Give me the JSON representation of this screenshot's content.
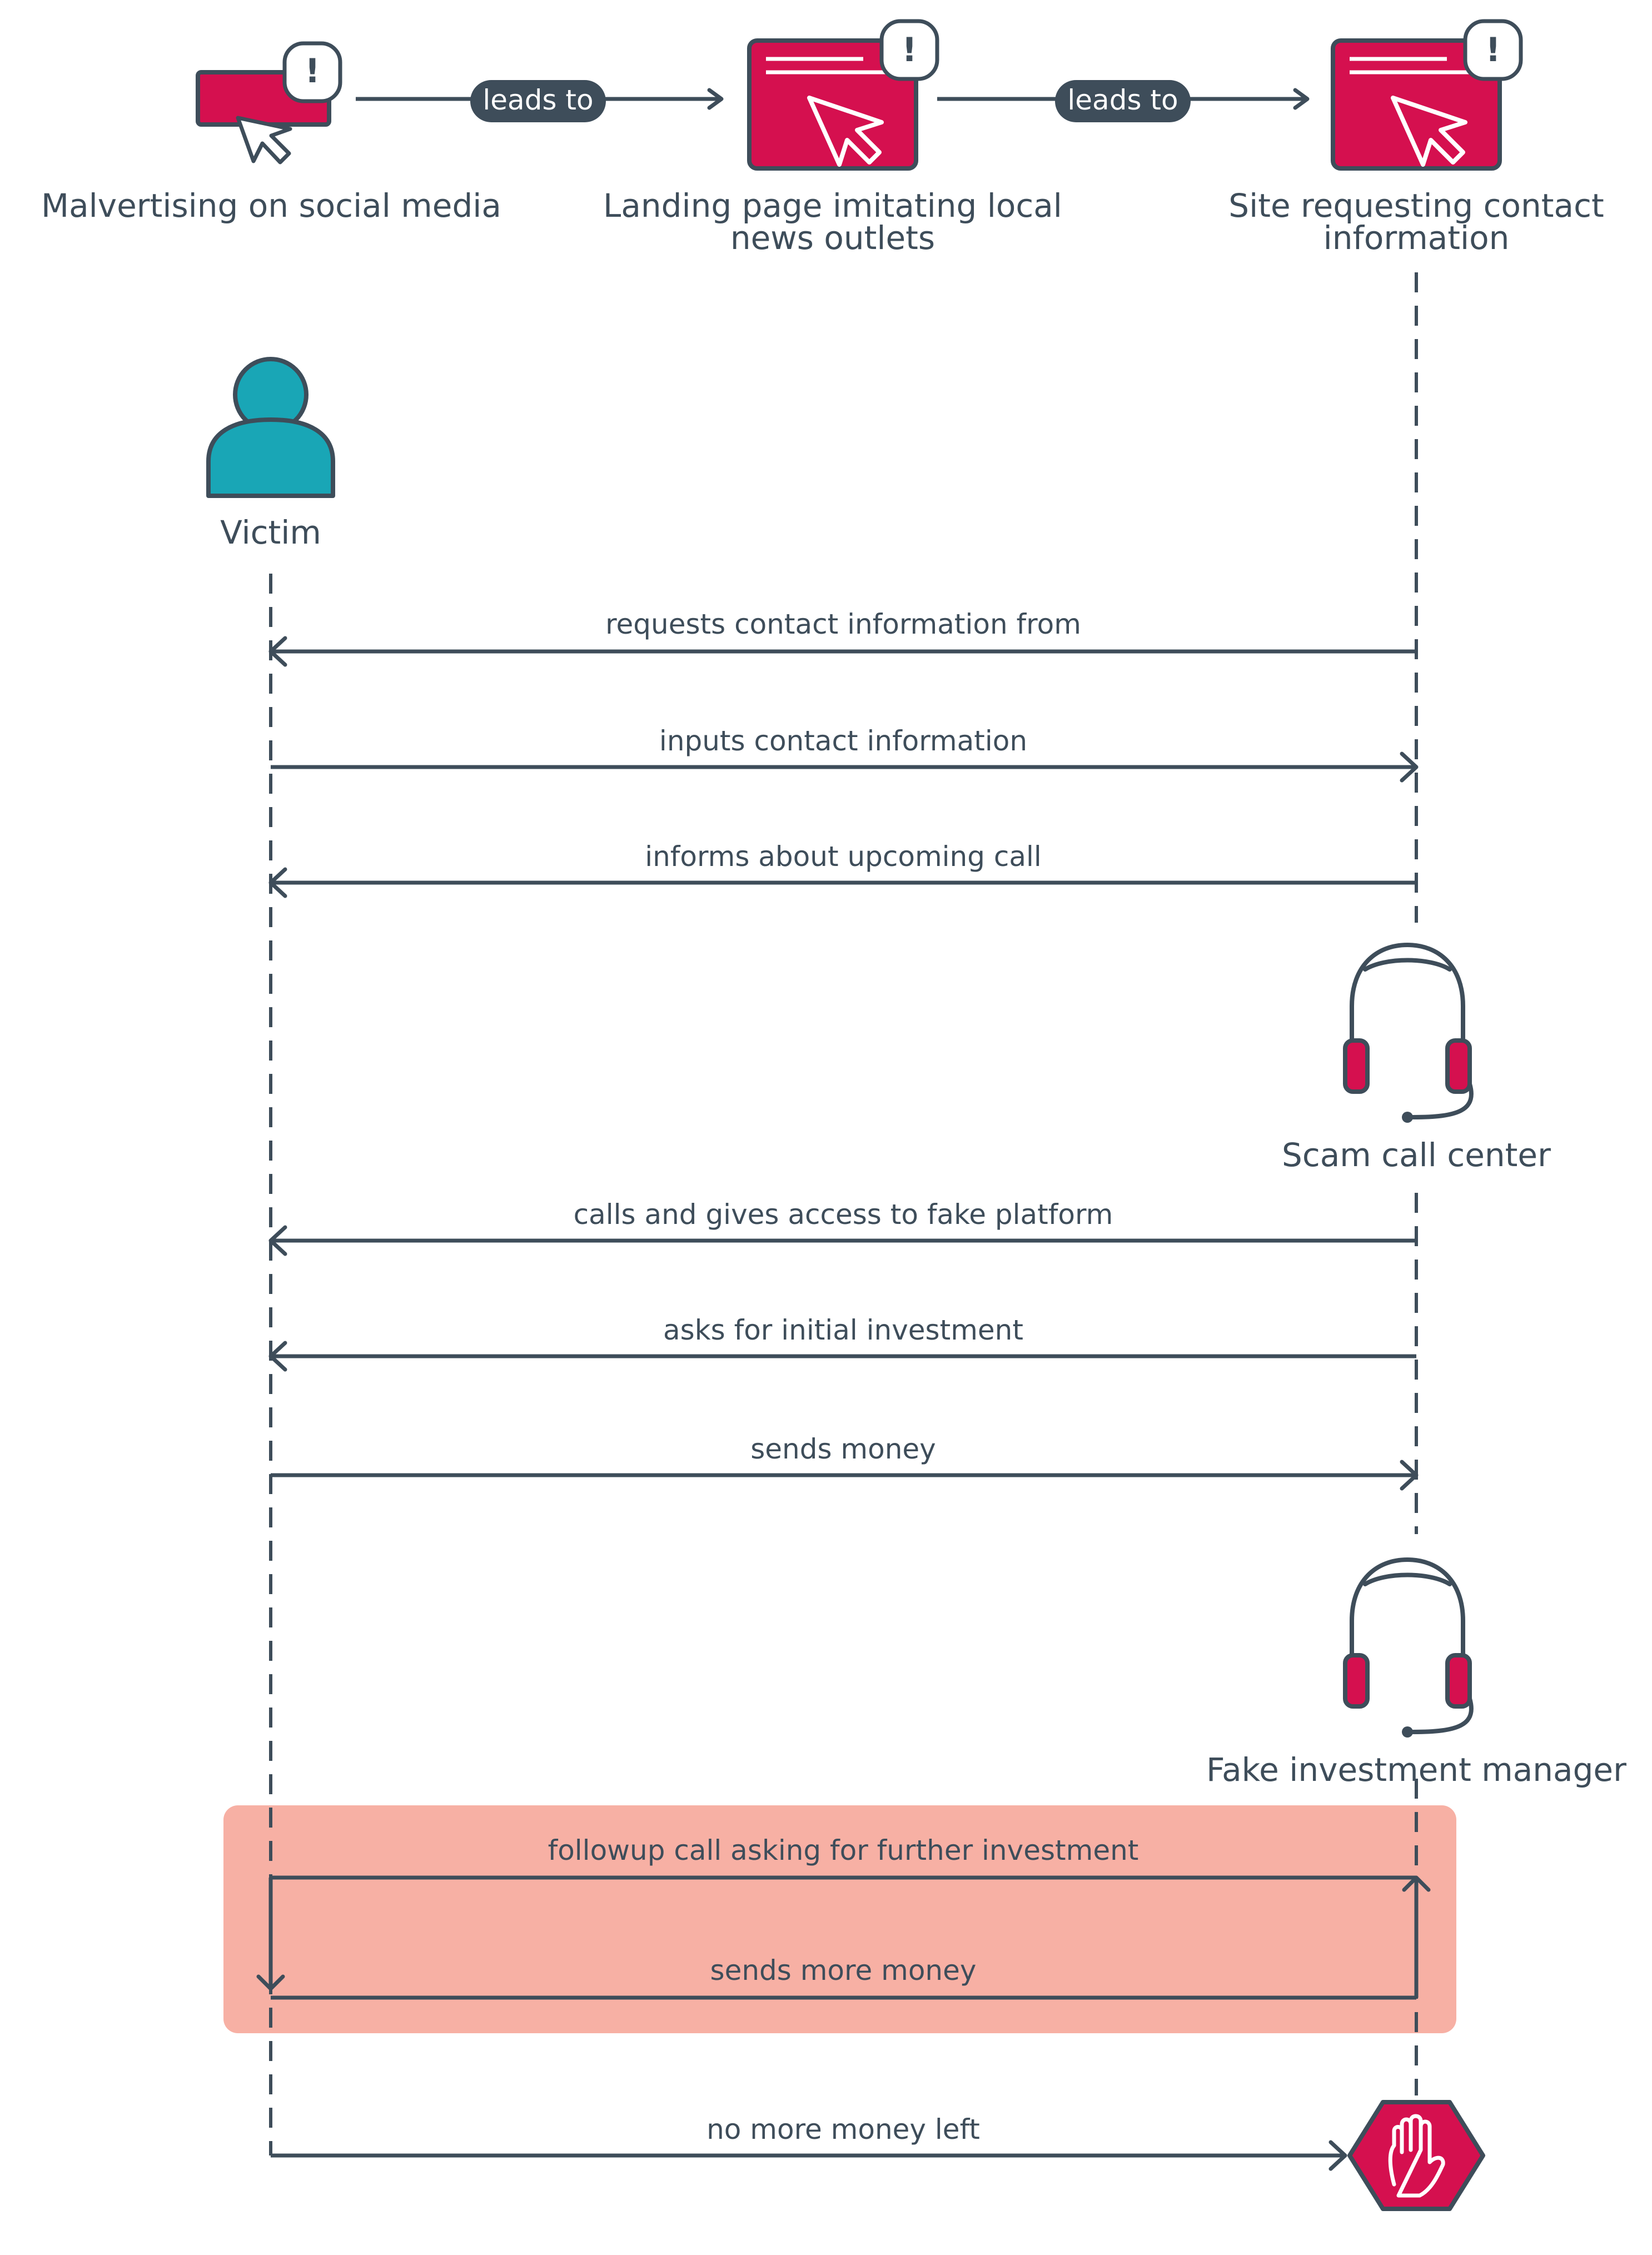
{
  "colors": {
    "text": "#3e4d5a",
    "accent": "#d5104f",
    "actor": "#19a6b6",
    "loop_bg": "#f7b0a4",
    "pill_bg": "#3e4d5a"
  },
  "flow": {
    "stages": [
      {
        "title": "Malvertising on social media",
        "icon": "ad-banner-cursor-icon"
      },
      {
        "title_lines": [
          "Landing page imitating local",
          "news outlets"
        ],
        "icon": "webpage-cursor-icon"
      },
      {
        "title_lines": [
          "Site requesting contact",
          "information"
        ],
        "icon": "webpage-cursor-icon"
      }
    ],
    "connectors": [
      "leads to",
      "leads to"
    ],
    "alert_mark": "!"
  },
  "actors": {
    "victim": {
      "label": "Victim",
      "icon": "person-icon"
    },
    "call_center": {
      "label": "Scam call center",
      "icon": "headset-icon"
    },
    "manager": {
      "label": "Fake investment manager",
      "icon": "headset-icon"
    },
    "end": {
      "icon": "stop-hand-icon"
    }
  },
  "messages": [
    {
      "text": "requests contact information from",
      "direction": "to-victim"
    },
    {
      "text": "inputs contact information",
      "direction": "to-site"
    },
    {
      "text": "informs about upcoming call",
      "direction": "to-victim"
    },
    {
      "text": "calls and gives access to fake platform",
      "direction": "to-victim"
    },
    {
      "text": "asks for initial investment",
      "direction": "to-victim"
    },
    {
      "text": "sends money",
      "direction": "to-site"
    }
  ],
  "loop": {
    "top": "followup call asking for further investment",
    "bottom": "sends more money"
  },
  "final_message": "no more money left"
}
